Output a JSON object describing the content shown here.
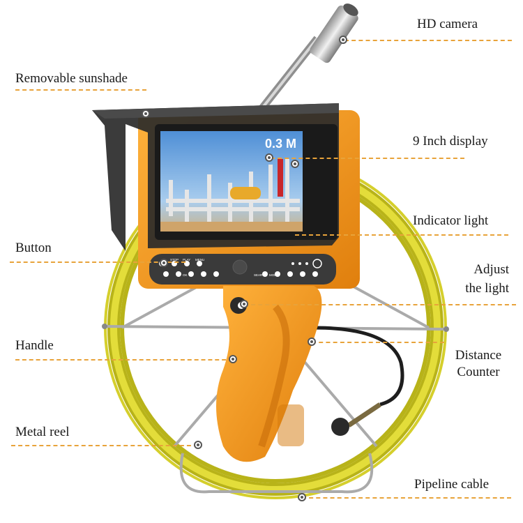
{
  "labels": {
    "hd_camera": "HD camera",
    "sunshade": "Removable sunshade",
    "display": "9 Inch display",
    "indicator": "Indicator light",
    "button": "Button",
    "adjust_line1": "Adjust",
    "adjust_line2": "the light",
    "handle": "Handle",
    "distance_line1": "Distance",
    "distance_line2": "Counter",
    "metal_reel": "Metal reel",
    "pipeline": "Pipeline cable"
  },
  "screen": {
    "readout": "0.3 M"
  },
  "panel_buttons": {
    "top": [
      "STOP",
      "PLAY",
      "MENU"
    ],
    "bottom_left": [
      "OK"
    ],
    "bottom_right": [
      "MODE",
      "SEARCH"
    ]
  },
  "colors": {
    "device_orange": "#f39a1e",
    "cable_yellow": "#c9c21c",
    "leader_orange": "#e8a33a",
    "panel_dark": "#3a3a3a"
  }
}
